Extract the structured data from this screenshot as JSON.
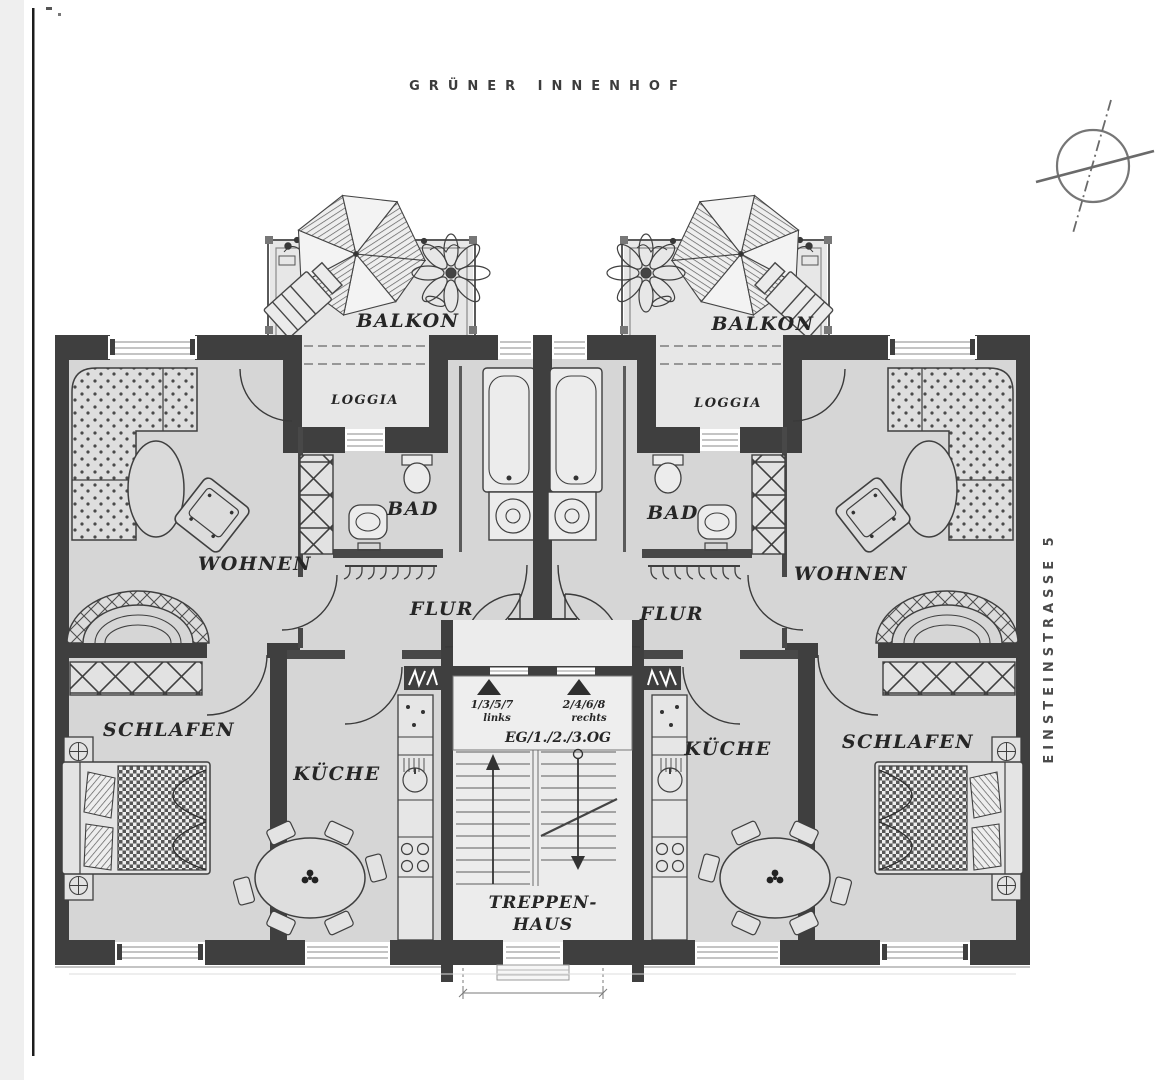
{
  "header": {
    "title": "GRÜNER INNENHOF"
  },
  "side": {
    "street": "EINSTEINSTRASSE 5"
  },
  "apartments": {
    "left": {
      "balkon": "BALKON",
      "loggia": "LOGGIA",
      "bad": "BAD",
      "wohnen": "WOHNEN",
      "flur": "FLUR",
      "schlafen": "SCHLAFEN",
      "kueche": "KÜCHE"
    },
    "right": {
      "balkon": "BALKON",
      "loggia": "LOGGIA",
      "bad": "BAD",
      "wohnen": "WOHNEN",
      "flur": "FLUR",
      "schlafen": "SCHLAFEN",
      "kueche": "KÜCHE"
    }
  },
  "stairwell": {
    "label_line1": "TREPPEN-",
    "label_line2": "HAUS",
    "left_units": "1/3/5/7",
    "left_dir": "links",
    "right_units": "2/4/6/8",
    "right_dir": "rechts",
    "floors": "EG/1./2./3.OG"
  },
  "colors": {
    "wall": "#3f3f3f",
    "floor": "#d6d6d6",
    "floor_light": "#e7e7e7",
    "stair_floor": "#ececec",
    "ink": "#3a3a3a",
    "label": "#262626",
    "page": "#ffffff"
  }
}
